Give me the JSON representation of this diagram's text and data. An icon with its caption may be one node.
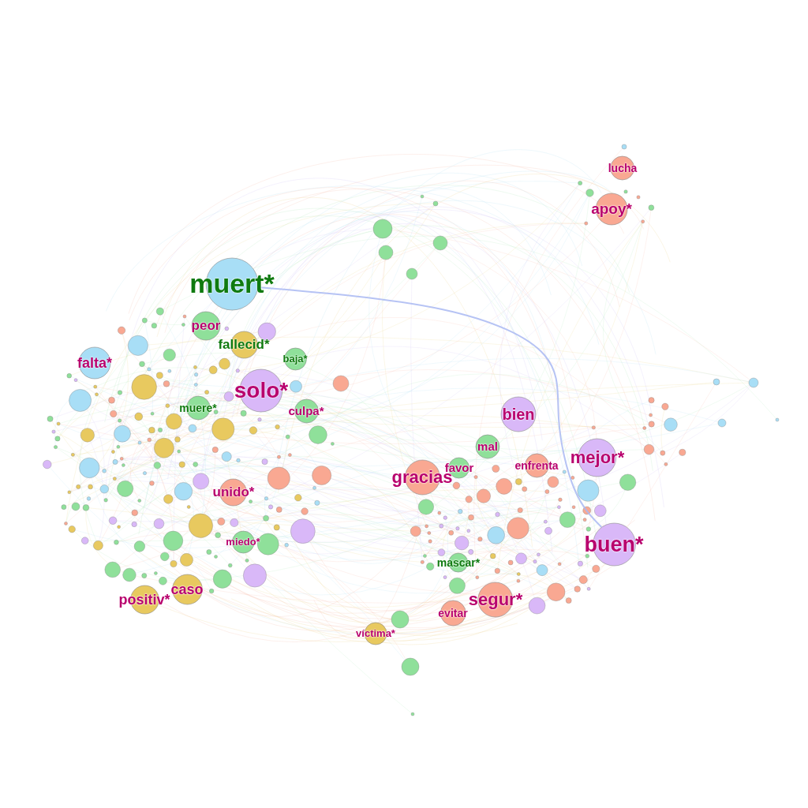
{
  "diagram": {
    "nodes": [
      {
        "text": [
          "muert*"
        ]
      },
      {
        "text": [
          "falta*"
        ]
      },
      {
        "text": [
          "peor"
        ]
      },
      {
        "text": [
          "fallecid*"
        ]
      },
      {
        "text": [
          "baja*"
        ]
      },
      {
        "text": [
          "solo*"
        ]
      },
      {
        "text": [
          "culpa*"
        ]
      },
      {
        "text": [
          "muere*"
        ]
      },
      {
        "text": [
          "unido*"
        ]
      },
      {
        "text": [
          "miedo*"
        ]
      },
      {
        "text": [
          "positiv*"
        ]
      },
      {
        "text": [
          "caso"
        ]
      },
      {
        "text": [
          "víctima*"
        ]
      },
      {
        "text": [
          "lucha"
        ]
      },
      {
        "text": [
          "apoy*"
        ]
      },
      {
        "text": [
          "bien"
        ]
      },
      {
        "text": [
          "mal"
        ]
      },
      {
        "text": [
          "favor"
        ]
      },
      {
        "text": [
          "gracias"
        ]
      },
      {
        "text": [
          "enfrenta"
        ]
      },
      {
        "text": [
          "mejor*"
        ]
      },
      {
        "text": [
          "buen*"
        ]
      },
      {
        "text": [
          "mascar*"
        ]
      },
      {
        "text": [
          "segur*"
        ]
      },
      {
        "text": [
          "evitar"
        ]
      }
    ],
    "edges": [
      {
        "from": 0,
        "to": 21,
        "arrow": "none",
        "color": "#a9b9f2"
      }
    ]
  }
}
